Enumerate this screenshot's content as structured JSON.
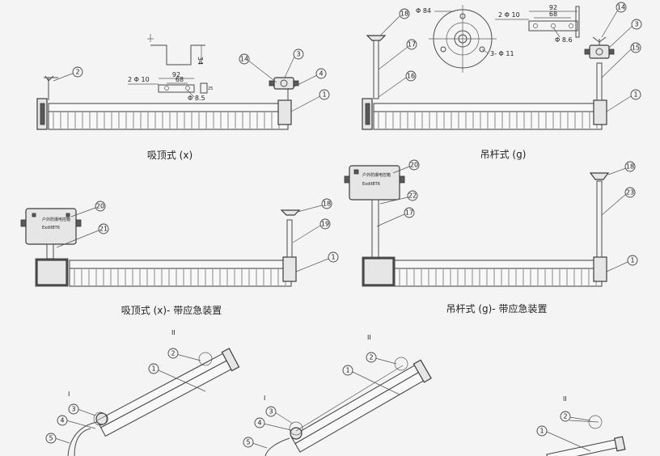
{
  "captions": {
    "ceiling": "吸顶式 (x)",
    "pendant": "吊杆式 (g)",
    "ceiling_emergency": "吸顶式 (x)- 带应急装置",
    "pendant_emergency": "吊杆式 (g)- 带应急装置"
  },
  "bracket_dims": {
    "height": "34",
    "width_92": "92",
    "width_68": "68",
    "holes_left": "2 Φ 10",
    "holes_right": "Φ 8.5",
    "side": "25"
  },
  "pendant_dims": {
    "flange_dia": "Φ 84",
    "flange_holes": "3- Φ 11",
    "width_92": "92",
    "width_68": "68",
    "holes_left": "2 Φ 10",
    "holes_right": "Φ 8.6"
  },
  "box_label": {
    "line1": "户外防爆电控箱",
    "line2": "ExdIIBT6"
  },
  "balloons": {
    "b1": "1",
    "b2": "2",
    "b3": "3",
    "b4": "4",
    "b5": "5",
    "b14": "14",
    "b15": "15",
    "b16": "16",
    "b17": "17",
    "b18": "18",
    "b19": "19",
    "b20": "20",
    "b21": "21",
    "b22": "22",
    "b23": "23"
  },
  "detail_marks": {
    "I": "I",
    "II": "II"
  }
}
